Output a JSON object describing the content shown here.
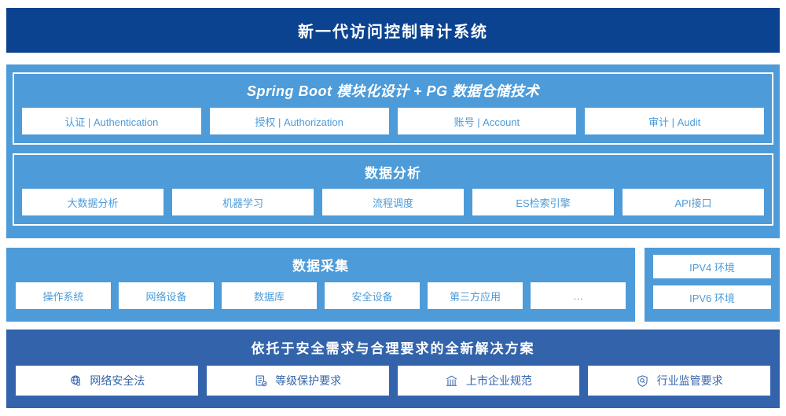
{
  "header": {
    "title": "新一代访问控制审计系统"
  },
  "tech_section": {
    "title": "Spring Boot 模块化设计 + PG 数据仓储技术",
    "cards": [
      {
        "label": "认证 | Authentication"
      },
      {
        "label": "授权 | Authorization"
      },
      {
        "label": "账号 | Account"
      },
      {
        "label": "审计 | Audit"
      }
    ]
  },
  "analysis_section": {
    "title": "数据分析",
    "cards": [
      {
        "label": "大数据分析"
      },
      {
        "label": "机器学习"
      },
      {
        "label": "流程调度"
      },
      {
        "label": "ES检索引擎"
      },
      {
        "label": "API接口"
      }
    ]
  },
  "collect_section": {
    "title": "数据采集",
    "cards": [
      {
        "label": "操作系统"
      },
      {
        "label": "网络设备"
      },
      {
        "label": "数据库"
      },
      {
        "label": "安全设备"
      },
      {
        "label": "第三方应用"
      },
      {
        "label": "…"
      }
    ]
  },
  "env_section": {
    "cards": [
      {
        "label": "IPV4 环境"
      },
      {
        "label": "IPV6 环境"
      }
    ]
  },
  "solution_section": {
    "title": "依托于安全需求与合理要求的全新解决方案",
    "cards": [
      {
        "label": "网络安全法",
        "icon": "globe-network-icon"
      },
      {
        "label": "等级保护要求",
        "icon": "document-check-icon"
      },
      {
        "label": "上市企业规范",
        "icon": "bank-building-icon"
      },
      {
        "label": "行业监管要求",
        "icon": "shield-search-icon"
      }
    ]
  },
  "colors": {
    "header_blue": "#0b4391",
    "panel_light_blue": "#4d9bd8",
    "panel_dark_blue": "#3364ab",
    "card_background": "#ffffff"
  }
}
